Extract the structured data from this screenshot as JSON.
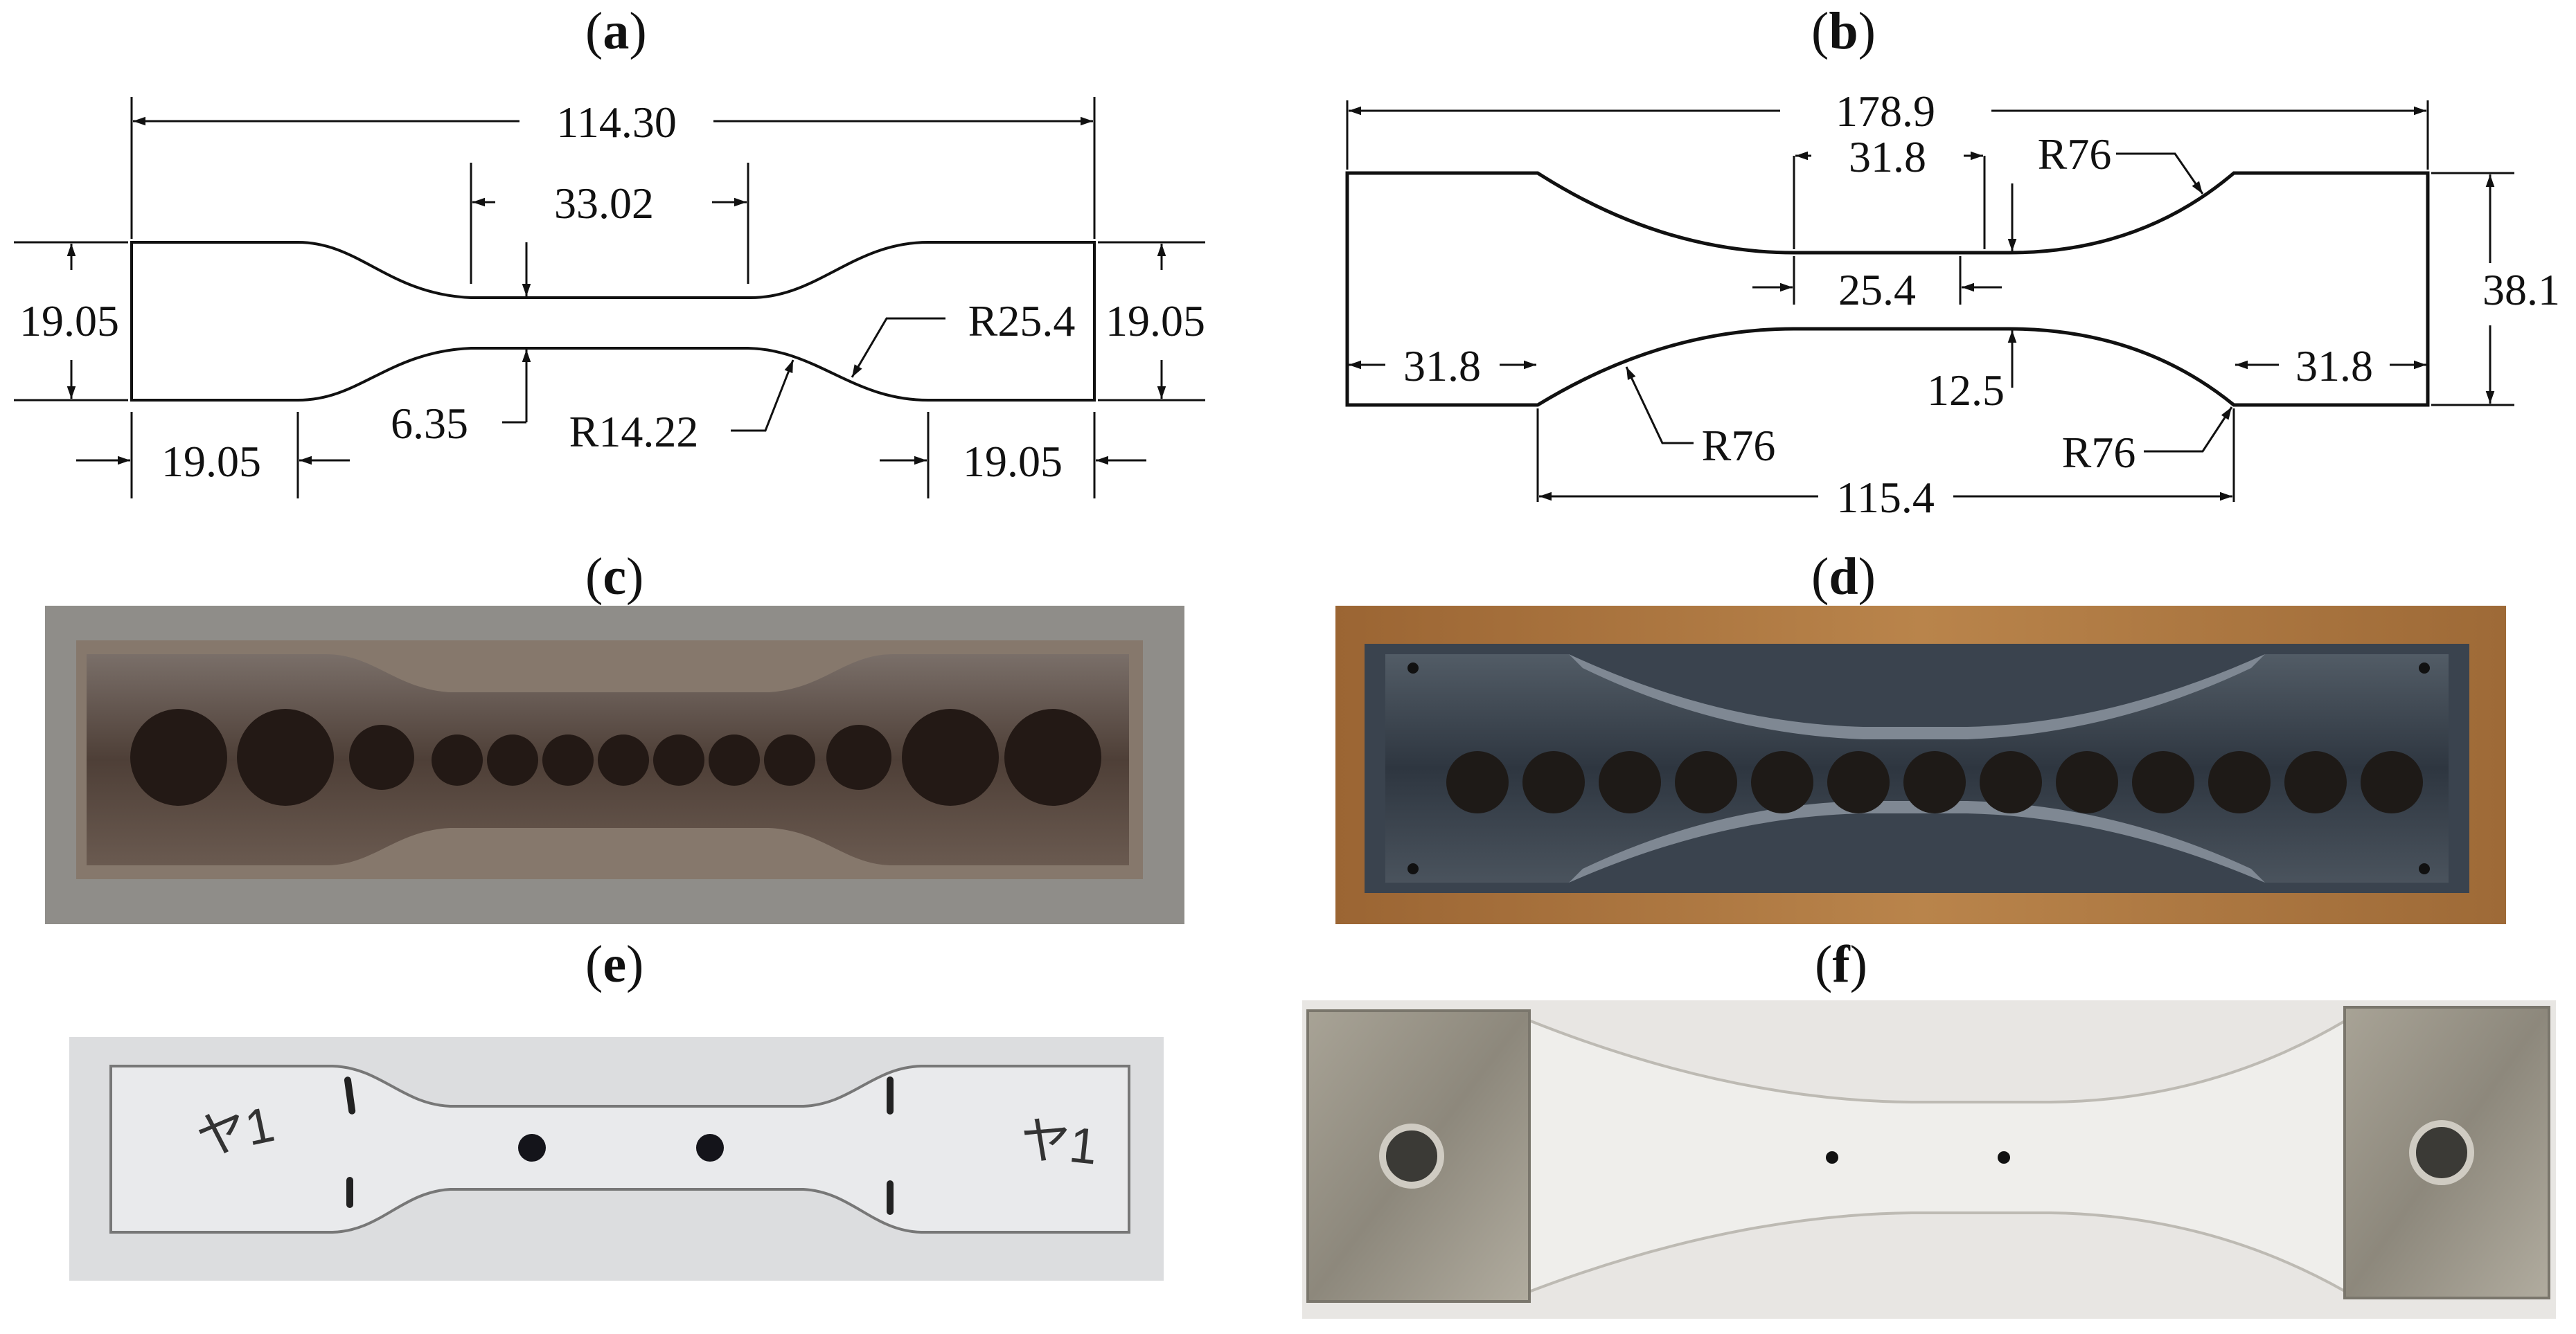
{
  "panels": {
    "a": {
      "label": "a",
      "dimensions": {
        "overall_length": "114.30",
        "gauge_length": "33.02",
        "width_left": "19.05",
        "width_right": "19.05",
        "gauge_width": "6.35",
        "fillet_r1": "R14.22",
        "fillet_r2": "R25.4",
        "grip_left": "19.05",
        "grip_right": "19.05"
      }
    },
    "b": {
      "label": "b",
      "dimensions": {
        "overall_length": "178.9",
        "top_flat": "31.8",
        "gauge_length": "25.4",
        "radius_top": "R76",
        "overall_width": "38.1",
        "grip_left": "31.8",
        "grip_right": "31.8",
        "gauge_width": "12.5",
        "radius_bottom_left": "R76",
        "radius_bottom_right": "R76",
        "reduced_length": "115.4"
      }
    },
    "c": {
      "label": "c"
    },
    "d": {
      "label": "d"
    },
    "e": {
      "label": "e",
      "handwriting_left": "ヤ1",
      "handwriting_right": "ヤ1"
    },
    "f": {
      "label": "f"
    }
  },
  "colors": {
    "ink": "#111111",
    "mold_c_bg": "#8c8a85",
    "mold_c_body": "#5e4f46",
    "mold_d_wood": "#a9753f",
    "mold_d_body": "#3c4652",
    "specimen_e_bg": "#d9dadb",
    "specimen_f_bg": "#e6e4e1",
    "tab_metal": "#9a958a"
  }
}
